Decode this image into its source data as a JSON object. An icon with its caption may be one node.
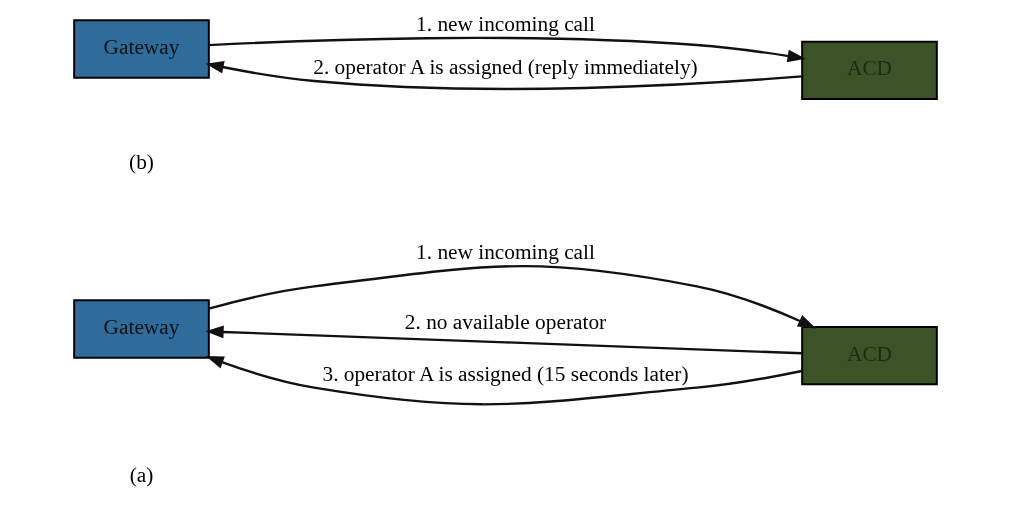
{
  "diagram": {
    "nodes": [
      {
        "text": [
          "Gateway"
        ]
      },
      {
        "text": [
          "ACD"
        ]
      },
      {
        "text": [
          "Gateway"
        ]
      },
      {
        "text": [
          "ACD"
        ]
      }
    ],
    "edges": [
      {
        "from": 0,
        "to": 1,
        "arrow": "to",
        "label": "1. new incoming call"
      },
      {
        "from": 1,
        "to": 0,
        "arrow": "to",
        "label": "2. no available operator"
      },
      {
        "from": 1,
        "to": 0,
        "arrow": "to",
        "label": "3. operator A is assigned (15 seconds later)"
      },
      {
        "from": 2,
        "to": 3,
        "arrow": "to",
        "label": "1. new incoming call"
      },
      {
        "from": 3,
        "to": 2,
        "arrow": "to",
        "label": "2. operator A is assigned (reply immediately)"
      }
    ],
    "labels": [
      "(a)",
      "(b)"
    ]
  }
}
